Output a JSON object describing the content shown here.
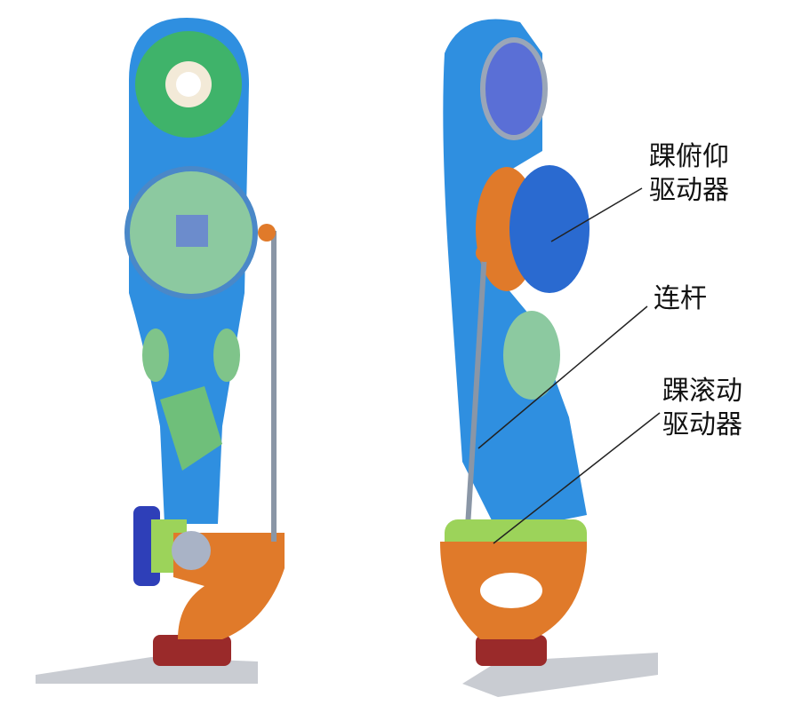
{
  "labels": {
    "pitch_actuator": {
      "line1": "踝俯仰",
      "line2": "驱动器"
    },
    "link_rod": "连杆",
    "roll_actuator": {
      "line1": "踝滚动",
      "line2": "驱动器"
    }
  },
  "colors": {
    "body_blue": "#2f8fe0",
    "board_green": "#7fc48a",
    "foot_orange": "#e07a2a",
    "base_red": "#9a2a2a",
    "plate_gray": "#c9ccd2",
    "rod_gray": "#8a96a6"
  }
}
